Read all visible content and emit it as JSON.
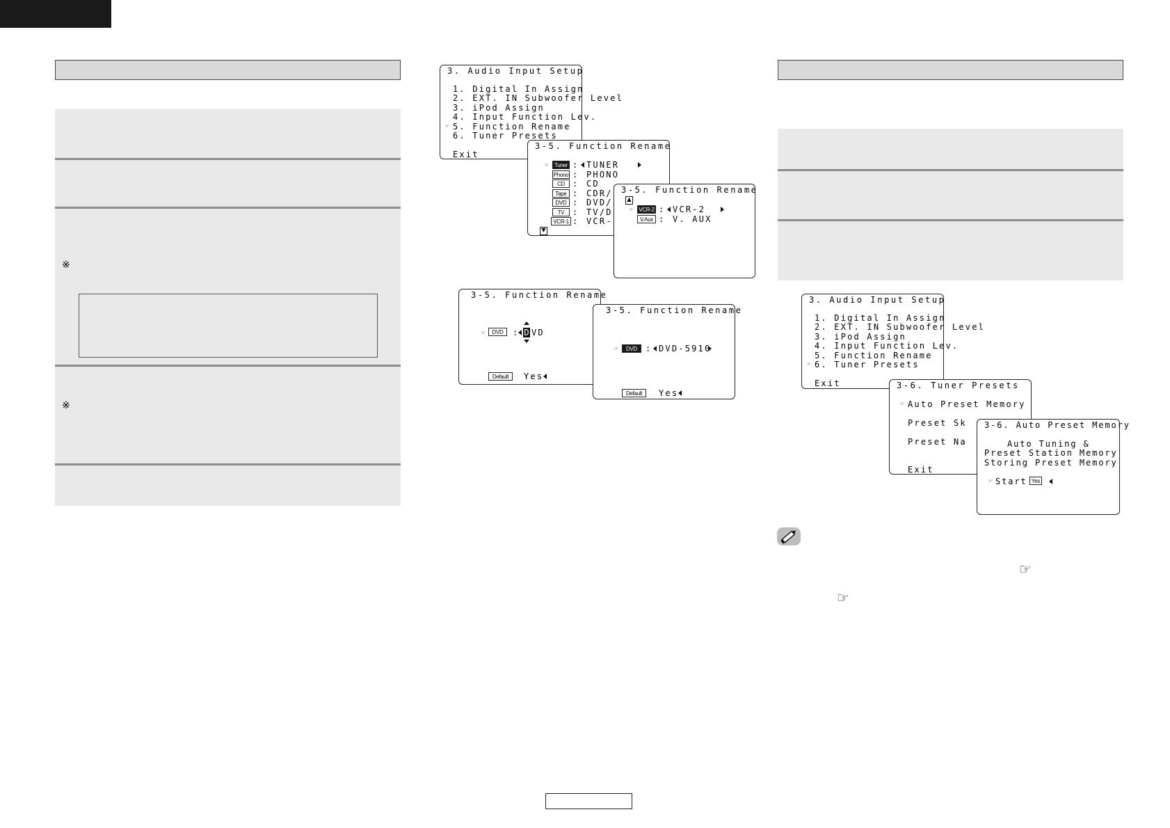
{
  "left_column": {
    "note_symbols": [
      "※",
      "※"
    ]
  },
  "screens": {
    "audio_input_setup_a": {
      "title": "3. Audio Input Setup",
      "items": [
        "1. Digital In Assign",
        "2. EXT. IN Subwoofer Level",
        "3. iPod Assign",
        "4. Input Function Lev.",
        "5. Function Rename",
        "6. Tuner Presets"
      ],
      "selected_index": 4,
      "exit": "Exit"
    },
    "function_rename_list": {
      "title": "3-5. Function Rename",
      "rows": [
        {
          "label": "Tuner",
          "value": "TUNER"
        },
        {
          "label": "Phono",
          "value": "PHONO"
        },
        {
          "label": "CD",
          "value": "CD"
        },
        {
          "label": "Tape",
          "value": "CDR/"
        },
        {
          "label": "DVD",
          "value": "DVD/"
        },
        {
          "label": "TV",
          "value": "TV/D"
        },
        {
          "label": "VCR-1",
          "value": "VCR-"
        }
      ]
    },
    "function_rename_page2": {
      "title": "3-5. Function Rename",
      "rows": [
        {
          "label": "VCR-2",
          "value": "VCR-2"
        },
        {
          "label": "V.Aux",
          "value": "V. AUX"
        }
      ]
    },
    "function_rename_edit": {
      "title": "3-5. Function Rename",
      "label": "DVD",
      "cursor_char": "D",
      "rest": "VD",
      "default_label": "Default",
      "yes": "Yes"
    },
    "function_rename_result": {
      "title": "3-5. Function Rename",
      "label": "DVD",
      "value": "DVD-5910",
      "default_label": "Default",
      "yes": "Yes"
    },
    "audio_input_setup_b": {
      "title": "3. Audio Input Setup",
      "items": [
        "1. Digital In Assign",
        "2. EXT. IN Subwoofer Level",
        "3. iPod Assign",
        "4. Input Function Lev.",
        "5. Function Rename",
        "6. Tuner Presets"
      ],
      "selected_index": 5,
      "exit": "Exit"
    },
    "tuner_presets": {
      "title": "3-6. Tuner Presets",
      "items": [
        "Auto Preset Memory",
        "Preset Sk",
        "Preset Na"
      ],
      "exit": "Exit"
    },
    "auto_preset_memory": {
      "title": "3-6. Auto Preset Memory",
      "lines": [
        "Auto Tuning &",
        "Preset Station Memory",
        "Storing Preset Memory"
      ],
      "start": "Start",
      "yes_label": "Yes"
    }
  },
  "icons": {
    "pointer": "pointing-hand-icon",
    "pencil": "pencil-note-icon",
    "reference": "reference-hand-icon"
  },
  "glyphs": {
    "pointer": "☞",
    "reference": "☞"
  }
}
